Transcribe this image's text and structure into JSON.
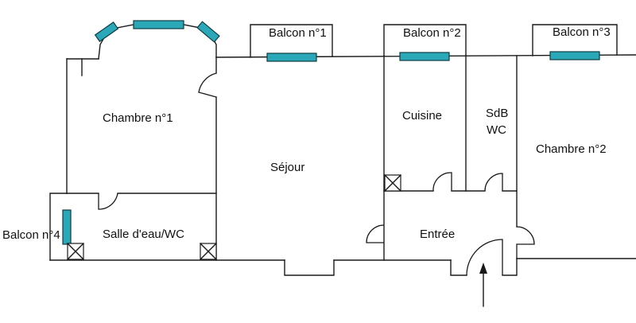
{
  "rooms": {
    "chambre1": "Chambre n°1",
    "chambre2": "Chambre n°2",
    "sejour": "Séjour",
    "cuisine": "Cuisine",
    "sdb_line1": "SdB",
    "sdb_line2": "WC",
    "salle_eau": "Salle d'eau/WC",
    "entree": "Entrée"
  },
  "balconies": {
    "b1": "Balcon n°1",
    "b2": "Balcon n°2",
    "b3": "Balcon n°3",
    "b4": "Balcon n°4"
  },
  "colors": {
    "window_fill": "#2aa8b8",
    "wall": "#1a1a1a"
  }
}
